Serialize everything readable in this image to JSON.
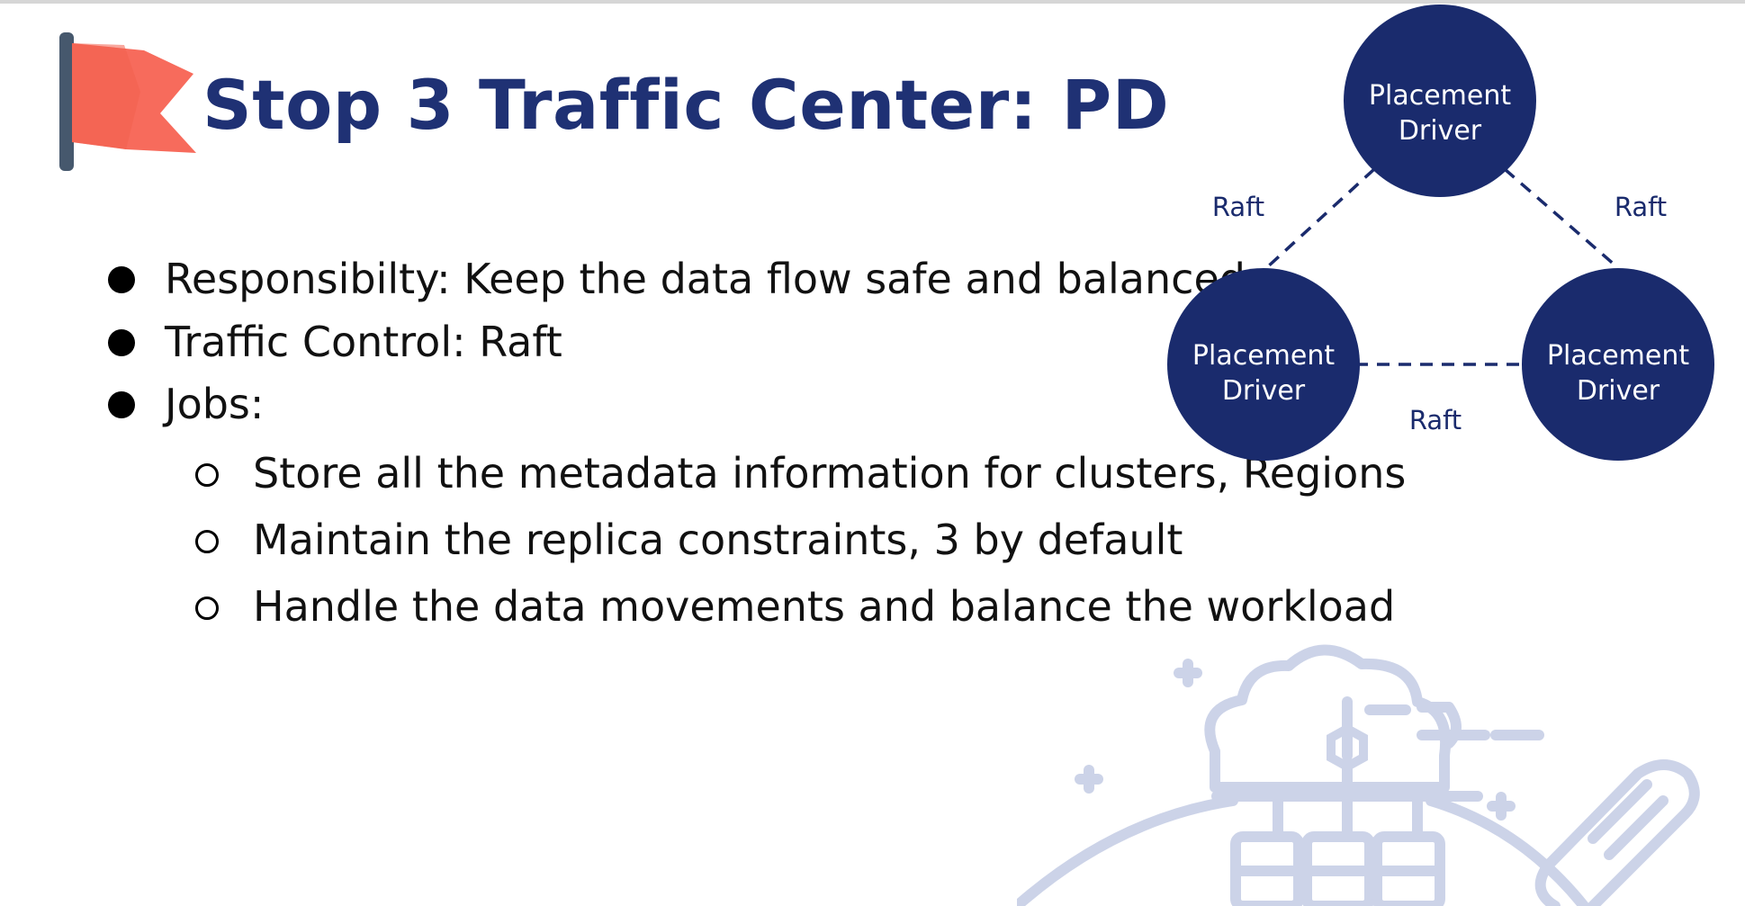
{
  "slide": {
    "title": "Stop 3 Traffic Center: PD",
    "bullets": [
      "Responsibilty: Keep the data flow safe and balanced",
      "Traffic Control: Raft",
      "Jobs:"
    ],
    "jobs": [
      "Store all the metadata information for clusters, Regions",
      "Maintain the replica constraints, 3 by default",
      "Handle the data movements and balance the workload"
    ]
  },
  "diagram": {
    "nodes": [
      {
        "line1": "Placement",
        "line2": "Driver"
      },
      {
        "line1": "Placement",
        "line2": "Driver"
      },
      {
        "line1": "Placement",
        "line2": "Driver"
      }
    ],
    "links": [
      "Raft",
      "Raft",
      "Raft"
    ]
  },
  "colors": {
    "title": "#1f3174",
    "node_fill": "#1a2b6d",
    "flag_red": "#f76b5c",
    "flag_pole": "#46586d",
    "decor": "#ccd3e8"
  }
}
